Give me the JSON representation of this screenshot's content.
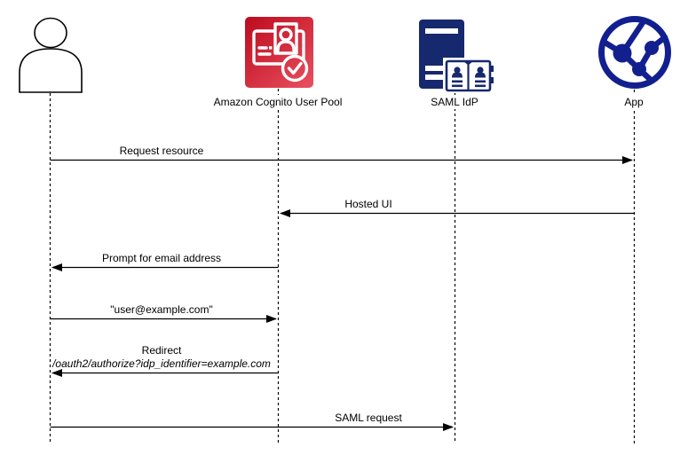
{
  "diagram_type": "sequence-diagram",
  "actors": [
    {
      "id": "user",
      "label": "",
      "icon": "person-icon"
    },
    {
      "id": "cognito",
      "label": "Amazon Cognito User Pool",
      "icon": "cognito-user-pool-icon"
    },
    {
      "id": "saml",
      "label": "SAML IdP",
      "icon": "saml-idp-server-directory-icon"
    },
    {
      "id": "app",
      "label": "App",
      "icon": "app-globe-network-icon"
    }
  ],
  "messages": [
    {
      "label": "Request resource",
      "from": "user",
      "to": "app"
    },
    {
      "label": "Hosted UI",
      "from": "app",
      "to": "cognito"
    },
    {
      "label": "Prompt for email address",
      "from": "cognito",
      "to": "user"
    },
    {
      "label": "\"user@example.com\"",
      "from": "user",
      "to": "cognito"
    },
    {
      "label": "Redirect",
      "sublabel": "/oauth2/authorize?idp_identifier=example.com",
      "from": "cognito",
      "to": "user"
    },
    {
      "label": "SAML request",
      "from": "user",
      "to": "saml"
    }
  ],
  "colors": {
    "background": "#FFFFFF",
    "line_color": "#000000",
    "text_color": "#000000",
    "cognito_red_top": "#BD0B1E",
    "cognito_red_bottom": "#E8505F",
    "saml_navy": "#16286E",
    "app_navy": "#12208F"
  }
}
